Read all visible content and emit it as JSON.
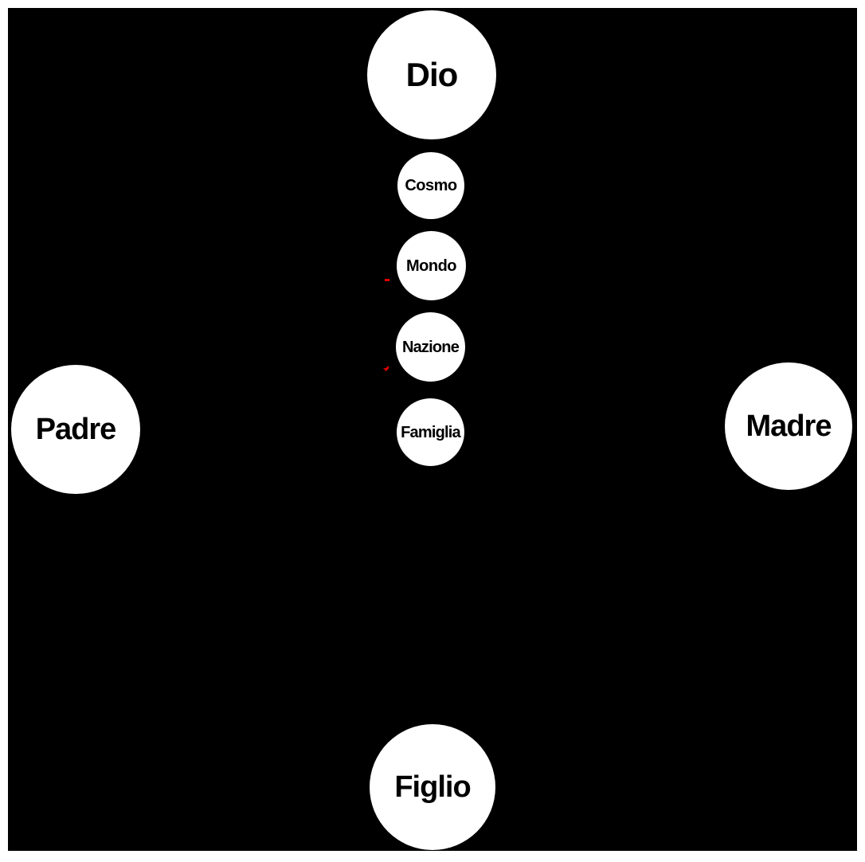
{
  "diagram": {
    "title": "Family hierarchy diagram (Italian)",
    "colors": {
      "page_background": "#ffffff",
      "canvas_background": "#000000",
      "node_fill": "#ffffff",
      "node_text": "#000000",
      "accent_marks": "#e00000"
    },
    "nodes": {
      "dio": {
        "label": "Dio"
      },
      "cosmo": {
        "label": "Cosmo"
      },
      "mondo": {
        "label": "Mondo"
      },
      "nazione": {
        "label": "Nazione"
      },
      "famiglia": {
        "label": "Famiglia"
      },
      "padre": {
        "label": "Padre"
      },
      "madre": {
        "label": "Madre"
      },
      "figlio": {
        "label": "Figlio"
      }
    },
    "chain_order": [
      "Dio",
      "Cosmo",
      "Mondo",
      "Nazione",
      "Famiglia"
    ],
    "corner_nodes": [
      "Padre",
      "Madre",
      "Figlio"
    ],
    "marks": [
      {
        "name": "red-dash",
        "shape": "dash"
      },
      {
        "name": "red-arrowhead",
        "shape": "arrowhead"
      }
    ]
  }
}
